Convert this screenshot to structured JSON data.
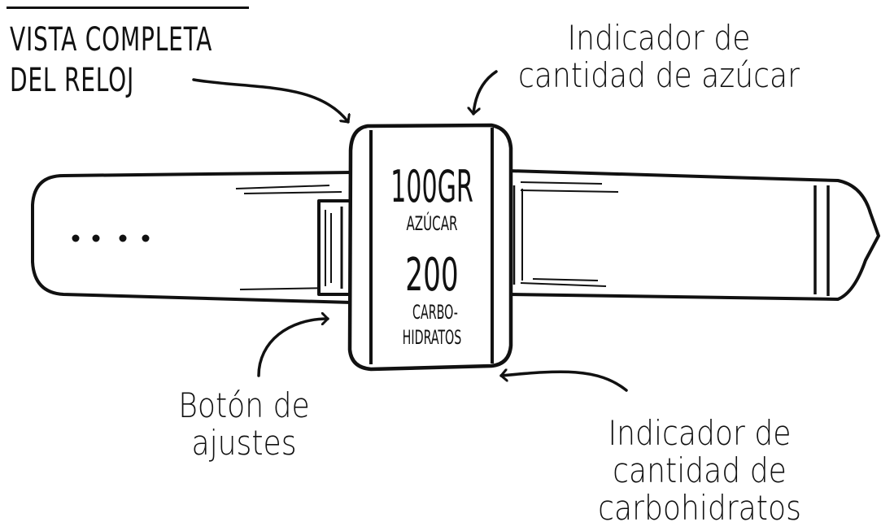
{
  "title": {
    "line1": "VISTA COMPLETA",
    "line2": "DEL RELOJ"
  },
  "watch_face": {
    "sugar_value": "100GR",
    "sugar_label": "AZÚCAR",
    "carbs_value": "200",
    "carbs_label_line1": "CARBO-",
    "carbs_label_line2": "HIDRATOS"
  },
  "labels": {
    "sugar_indicator": {
      "line1": "Indicador de",
      "line2": "cantidad de azúcar"
    },
    "settings_button": {
      "line1": "Botón de",
      "line2": "ajustes"
    },
    "carbs_indicator": {
      "line1": "Indicador de",
      "line2": "cantidad de",
      "line3": "carbohidratos"
    }
  },
  "colors": {
    "ink": "#111111",
    "paper": "#ffffff"
  }
}
